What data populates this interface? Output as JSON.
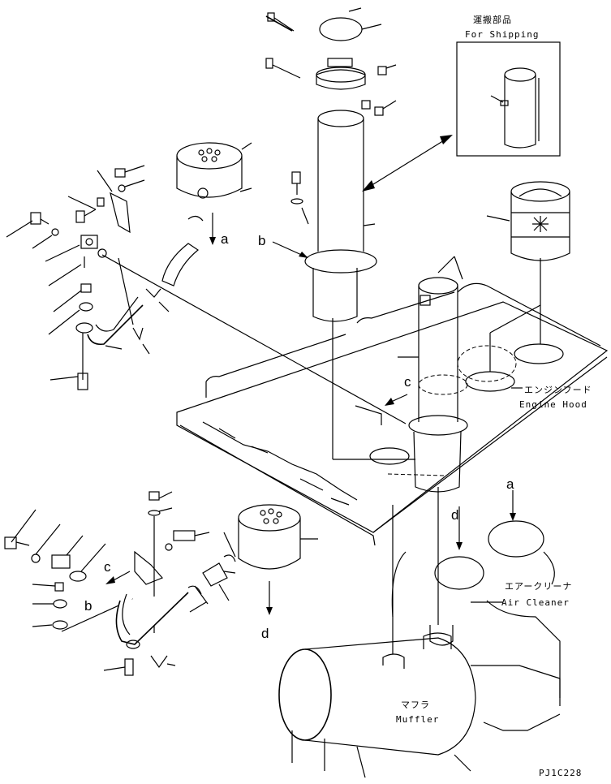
{
  "shipping_box": {
    "title_jp": "運搬部品",
    "title_en": "For Shipping"
  },
  "labels": {
    "engine_hood_jp": "エンジンフード",
    "engine_hood_en": "Engine Hood",
    "air_cleaner_jp": "エアークリーナ",
    "air_cleaner_en": "Air Cleaner",
    "muffler_jp": "マフラ",
    "muffler_en": "Muffler"
  },
  "ref_letters": {
    "a_top": "a",
    "b_top": "b",
    "c_mid": "c",
    "c_low": "c",
    "b_low": "b",
    "d_low": "d",
    "d_right": "d",
    "a_right": "a"
  },
  "figure_code": "PJ1C228"
}
